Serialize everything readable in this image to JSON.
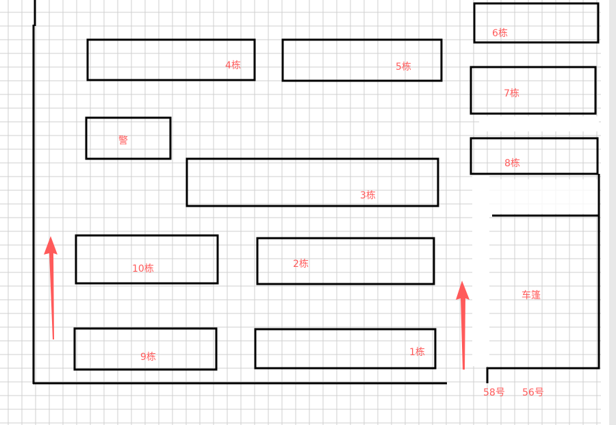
{
  "label_color": "#ff5a5a",
  "buildings": {
    "b4": "4栋",
    "b5": "5栋",
    "b6": "6栋",
    "b7": "7栋",
    "b8": "8栋",
    "guard": "警",
    "b3": "3栋",
    "b10": "10栋",
    "b2": "2栋",
    "b9": "9栋",
    "b1": "1栋"
  },
  "carport": "车篷",
  "addresses": {
    "a58": "58号",
    "a56": "56号"
  }
}
